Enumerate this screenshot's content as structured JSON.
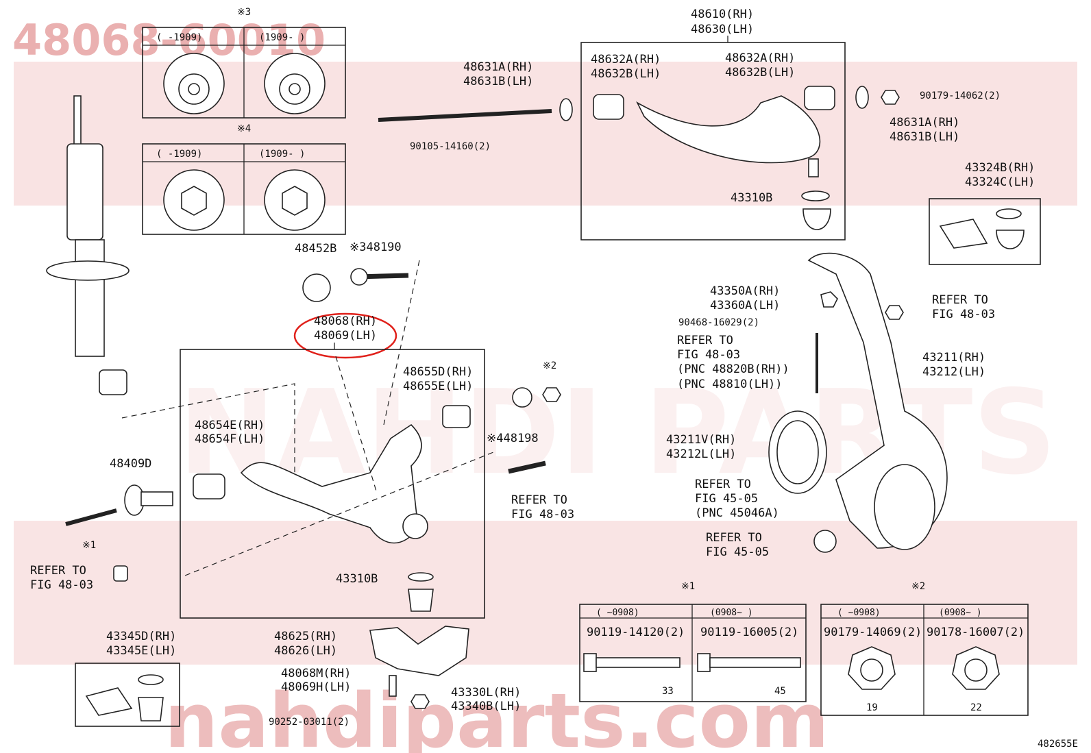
{
  "part_number": "48068-60010",
  "diagram_code": "482655E",
  "watermark": {
    "brand": "NAHDI PARTS",
    "url": "nahdiparts.com",
    "color": "#d9534f"
  },
  "highlight": {
    "label_rh": "48068(RH)",
    "label_lh": "48069(LH)",
    "color": "#e0201a"
  },
  "inset_x3": {
    "mark": "※3",
    "col1": "(    -1909)",
    "col2": "(1909-     )"
  },
  "inset_x4": {
    "mark": "※4",
    "col1": "(    -1909)",
    "col2": "(1909-     )"
  },
  "labels": {
    "l48610": "48610(RH)",
    "l48630": "48630(LH)",
    "l48631a_t": "48631A(RH)",
    "l48631b_t": "48631B(LH)",
    "l48632a_l": "48632A(RH)",
    "l48632b_l": "48632B(LH)",
    "l48632a_r": "48632A(RH)",
    "l48632b_r": "48632B(LH)",
    "l90179_14062": "90179-14062(2)",
    "l48631a_r": "48631A(RH)",
    "l48631b_r": "48631B(LH)",
    "l90105": "90105-14160(2)",
    "l43310b_top": "43310B",
    "l43324b": "43324B(RH)",
    "l43324c": "43324C(LH)",
    "l48452b": "48452B",
    "l48190": "※348190",
    "l43350a": "43350A(RH)",
    "l43360a": "43360A(LH)",
    "l90468": "90468-16029(2)",
    "refer1a": "REFER TO",
    "refer1b": "FIG 48-03",
    "refer2a": "REFER TO",
    "refer2b": "FIG 48-03",
    "pnc1": "(PNC 48820B(RH))",
    "pnc2": "(PNC 48810(LH))",
    "l43211": "43211(RH)",
    "l43212": "43212(LH)",
    "l48655d": "48655D(RH)",
    "l48655e": "48655E(LH)",
    "x2": "※2",
    "l48198": "※448198",
    "l48654e": "48654E(RH)",
    "l48654f": "48654F(LH)",
    "l48409d": "48409D",
    "refer3a": "REFER TO",
    "refer3b": "FIG 48-03",
    "l43211v": "43211V(RH)",
    "l43212l": "43212L(LH)",
    "refer4a": "REFER TO",
    "refer4b": "FIG 45-05",
    "pnc3": "(PNC 45046A)",
    "refer5a": "REFER TO",
    "refer5b": "FIG 45-05",
    "x1": "※1",
    "refer6a": "REFER TO",
    "refer6b": "FIG 48-03",
    "l43310b_bot": "43310B",
    "l43345d": "43345D(RH)",
    "l43345e": "43345E(LH)",
    "l48625": "48625(RH)",
    "l48626": "48626(LH)",
    "l48068m": "48068M(RH)",
    "l48069h": "48069H(LH)",
    "l43330l": "43330L(RH)",
    "l43340b": "43340B(LH)",
    "l90252": "90252-03011(2)"
  },
  "table_x1": {
    "mark": "※1",
    "col1_range": "(   ~0908)",
    "col2_range": "(0908~     )",
    "col1_part": "90119-14120(2)",
    "col2_part": "90119-16005(2)",
    "col1_dim": "33",
    "col2_dim": "45"
  },
  "table_x2": {
    "mark": "※2",
    "col1_range": "(   ~0908)",
    "col2_range": "(0908~     )",
    "col1_part": "90179-14069(2)",
    "col2_part": "90178-16007(2)",
    "col1_dim": "19",
    "col2_dim": "22"
  }
}
